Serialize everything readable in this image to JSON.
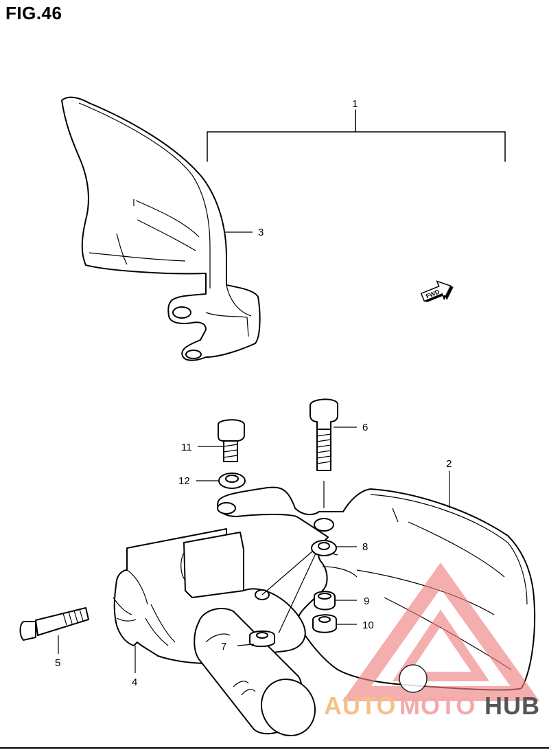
{
  "figure": {
    "title": "FIG.46"
  },
  "parts": [
    {
      "number": "1"
    },
    {
      "number": "2"
    },
    {
      "number": "3"
    },
    {
      "number": "4"
    },
    {
      "number": "5"
    },
    {
      "number": "6"
    },
    {
      "number": "7"
    },
    {
      "number": "8"
    },
    {
      "number": "9"
    },
    {
      "number": "10"
    },
    {
      "number": "11"
    },
    {
      "number": "12"
    }
  ],
  "direction_marker": {
    "text": "FWD",
    "icon": "fwd-arrow-icon"
  },
  "watermark": {
    "part1": "AUTO",
    "part2": "MOTO",
    "part3": "HUB",
    "colors": {
      "auto": "#f6c08a",
      "moto": "#f4a9a9",
      "hub": "#555555",
      "logo": "#f08080"
    }
  }
}
